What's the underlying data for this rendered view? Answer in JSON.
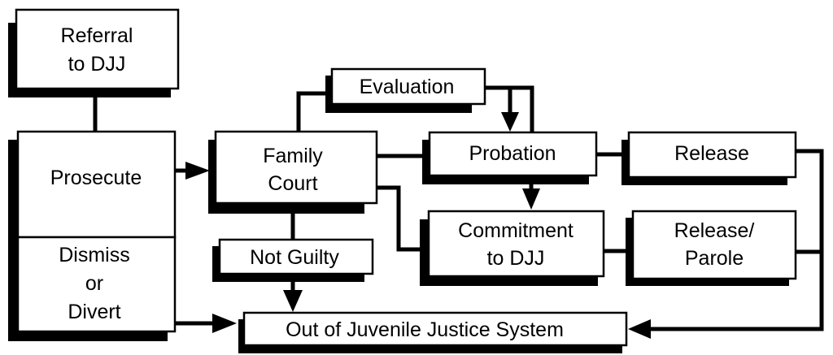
{
  "diagram": {
    "referral": [
      "Referral",
      "to DJJ"
    ],
    "prosecute": "Prosecute",
    "dismiss": [
      "Dismiss",
      "or",
      "Divert"
    ],
    "family_court": [
      "Family",
      "Court"
    ],
    "evaluation": "Evaluation",
    "probation": "Probation",
    "release": "Release",
    "commitment": [
      "Commitment",
      "to DJJ"
    ],
    "release_parole": [
      "Release/",
      "Parole"
    ],
    "not_guilty": "Not Guilty",
    "out": "Out of Juvenile Justice System"
  }
}
